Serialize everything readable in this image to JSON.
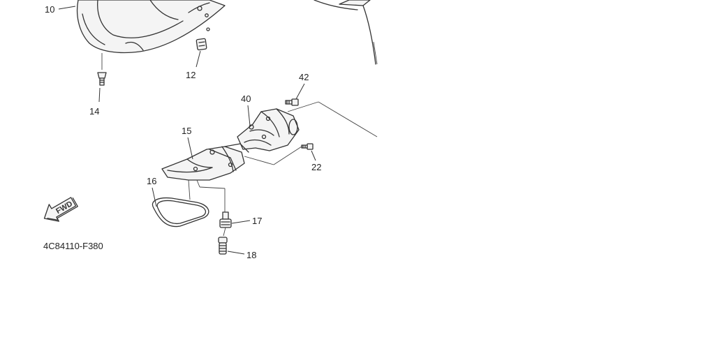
{
  "diagram": {
    "callouts": {
      "c10": "10",
      "c12": "12",
      "c14": "14",
      "c15": "15",
      "c16": "16",
      "c17": "17",
      "c18": "18",
      "c22": "22",
      "c40": "40",
      "c42": "42"
    },
    "fwd_label": "FWD",
    "diagram_code": "4C84110-F380"
  }
}
